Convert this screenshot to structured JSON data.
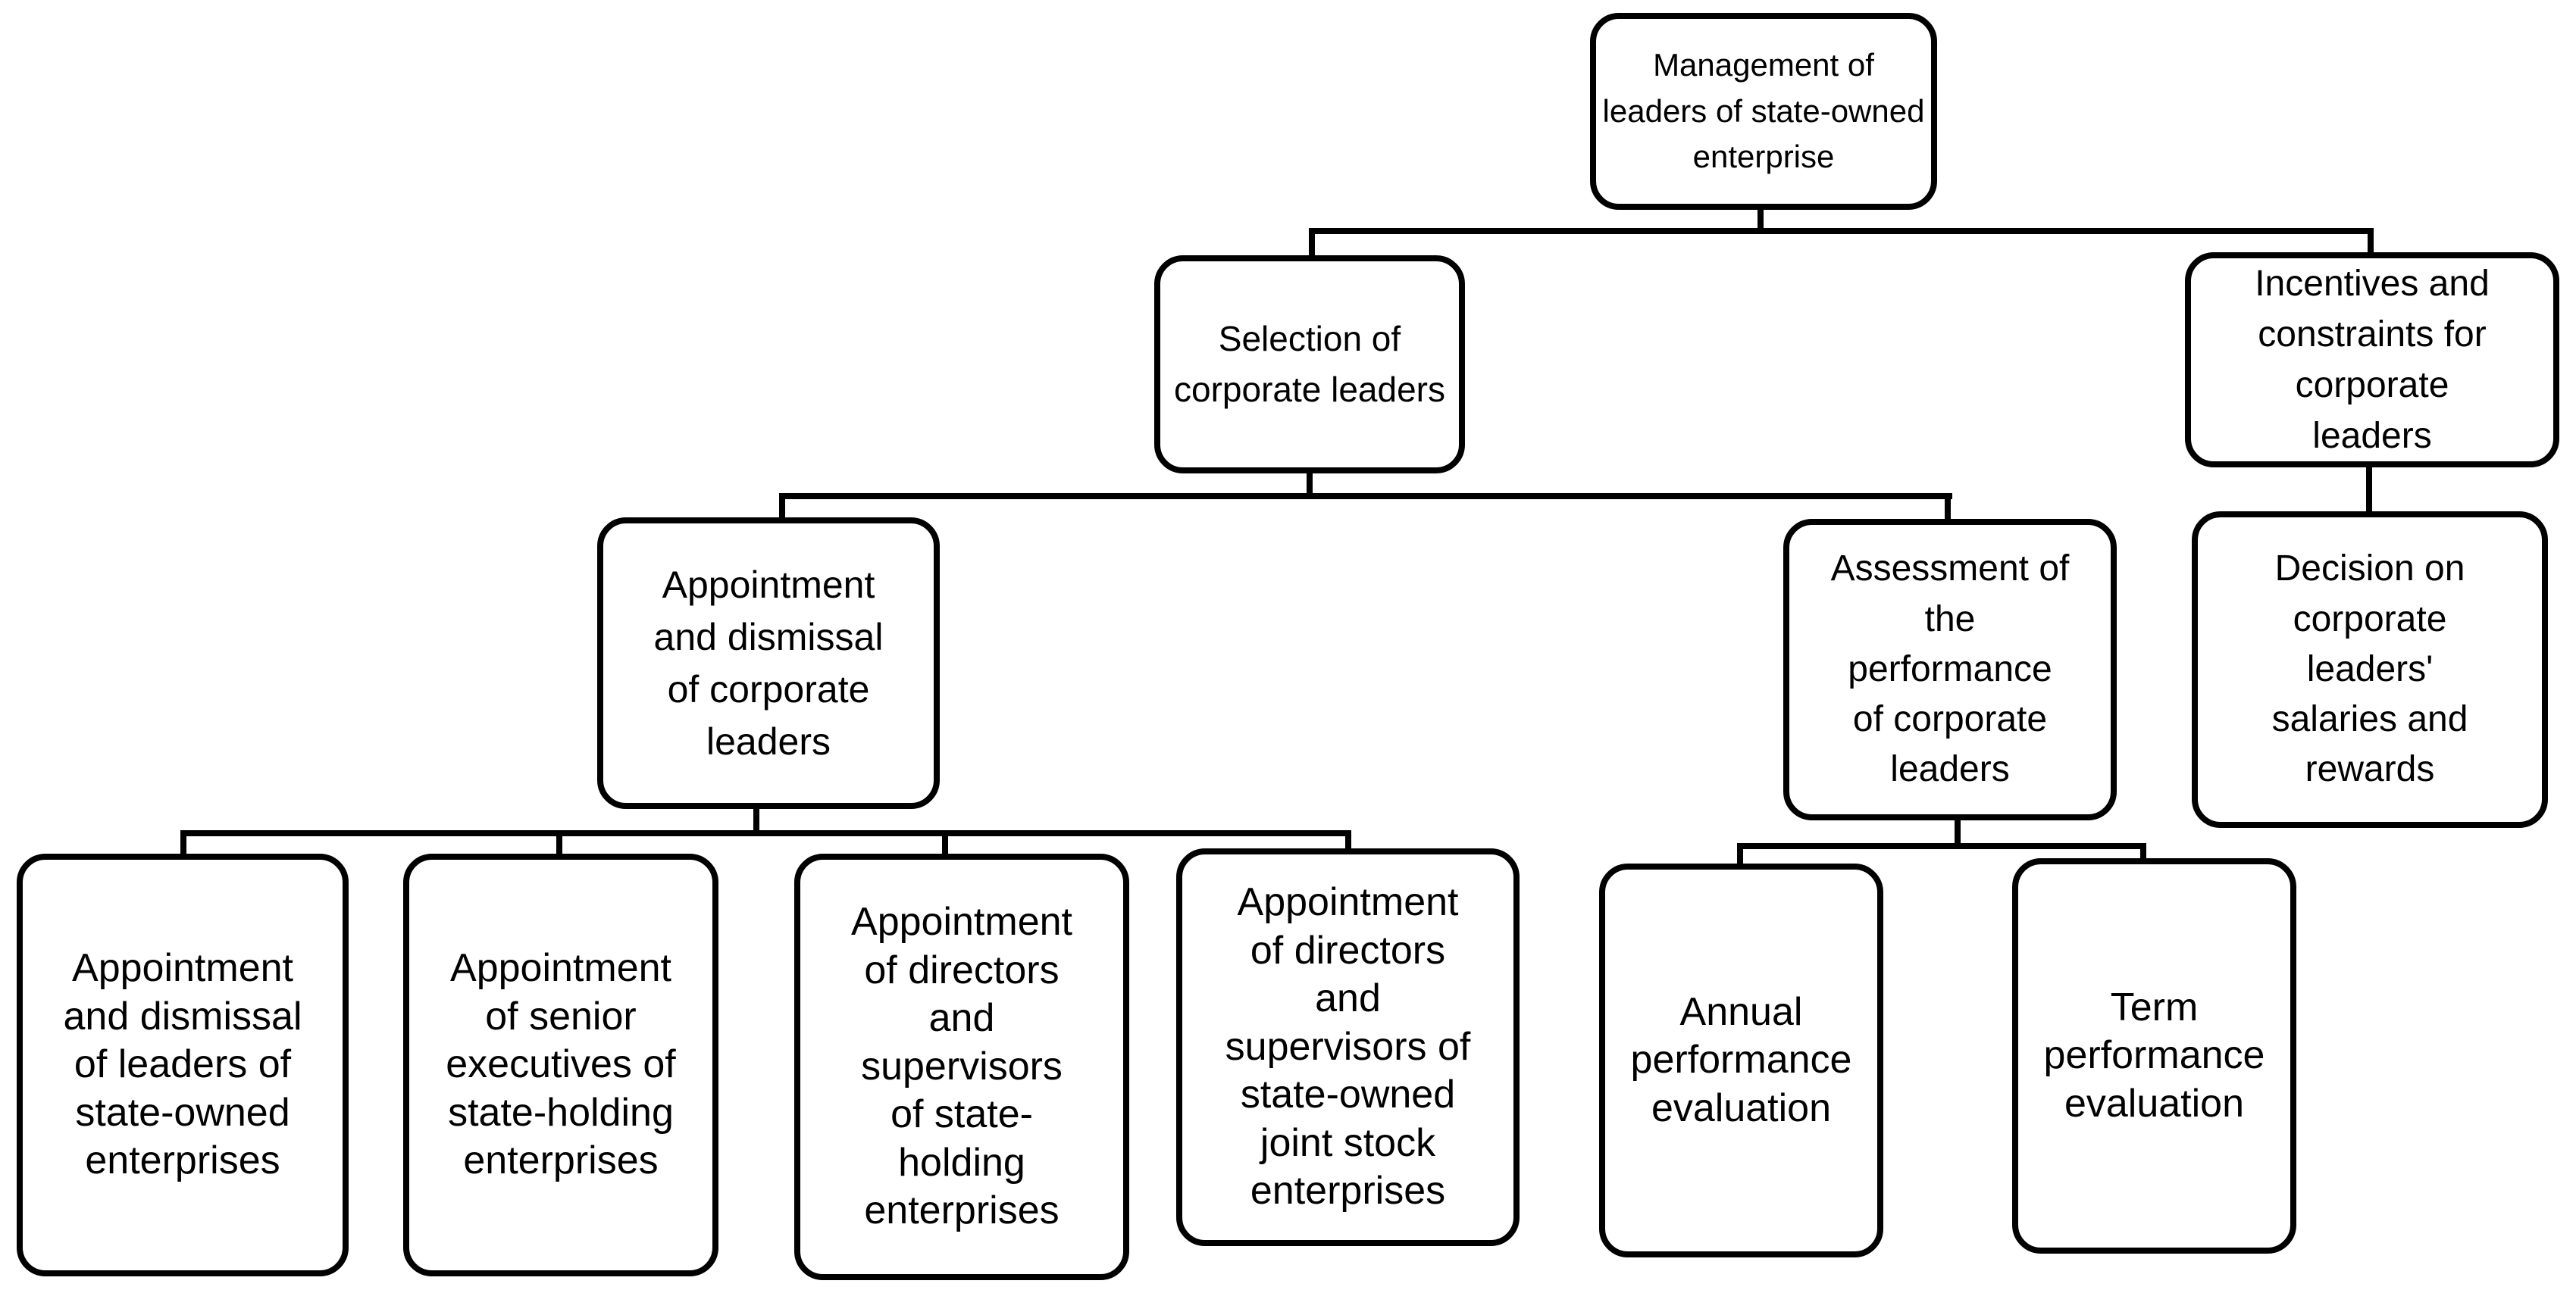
{
  "diagram": {
    "type": "org-chart",
    "colors": {
      "background": "#ffffff",
      "line": "#000000",
      "box_fill": "#ffffff",
      "text": "#000000"
    },
    "nodes": {
      "management": {
        "label": "Management of\nleaders of state-owned\nenterprise"
      },
      "selection": {
        "label": "Selection of\ncorporate leaders"
      },
      "incentives": {
        "label": "Incentives and\nconstraints for\ncorporate\nleaders"
      },
      "appointment_dismissal_corporate": {
        "label": "Appointment\nand dismissal\nof corporate\nleaders"
      },
      "assessment_performance": {
        "label": "Assessment of\nthe\nperformance\nof corporate\nleaders"
      },
      "decision_salaries": {
        "label": "Decision on\ncorporate\nleaders'\nsalaries and\nrewards"
      },
      "appointment_dismissal_soe": {
        "label": "Appointment\nand dismissal\nof leaders of\nstate-owned\nenterprises"
      },
      "appointment_senior_executives": {
        "label": "Appointment\nof senior\nexecutives of\nstate-holding\nenterprises"
      },
      "appointment_directors_state_holding": {
        "label": "Appointment\nof directors\nand\nsupervisors\nof state-\nholding\nenterprises"
      },
      "appointment_directors_joint_stock": {
        "label": "Appointment\nof directors\nand\nsupervisors of\nstate-owned\njoint stock\nenterprises"
      },
      "annual_evaluation": {
        "label": "Annual\nperformance\nevaluation"
      },
      "term_evaluation": {
        "label": "Term\nperformance\nevaluation"
      }
    }
  }
}
